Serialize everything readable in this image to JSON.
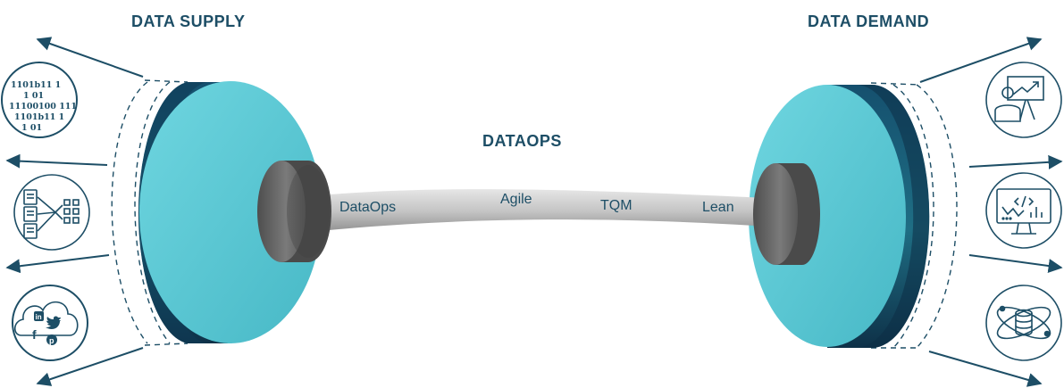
{
  "headings": {
    "supply": "DATA SUPPLY",
    "demand": "DATA DEMAND",
    "center": "DATAOPS"
  },
  "axle_labels": [
    "DataOps",
    "Agile",
    "TQM",
    "Lean"
  ],
  "supply_icons": {
    "binary_lines": [
      "1101b11   1",
      "1      01",
      "11100100 111",
      "1101b11    1",
      "1         01"
    ],
    "social_glyphs": [
      "in",
      "f",
      "p"
    ]
  },
  "colors": {
    "wheel_face": "#5bc9d4",
    "wheel_rim_dark": "#12425f",
    "wheel_rim_mid": "#1f6e84",
    "hub": "#6a6a6a",
    "axle": "#c4c4c4",
    "accent_text": "#1d4e66",
    "line": "#1d4e66"
  }
}
